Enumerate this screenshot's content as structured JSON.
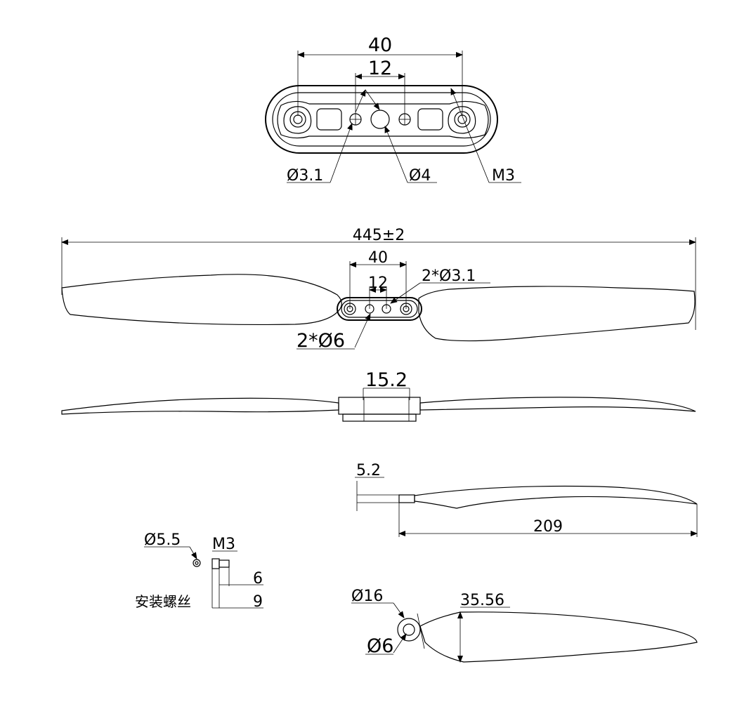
{
  "top_view": {
    "dim_total": "40",
    "dim_inner": "12",
    "hole_small": "Ø3.1",
    "hole_center": "Ø4",
    "thread": "M3"
  },
  "plan_view": {
    "dim_span": "445±2",
    "dim_hub": "40",
    "dim_inner": "12",
    "holes_small": "2*Ø3.1",
    "holes_large": "2*Ø6"
  },
  "side_view": {
    "dim_thickness": "15.2"
  },
  "blade_side": {
    "dim_root": "5.2",
    "dim_length": "209"
  },
  "screw": {
    "dim_head": "Ø5.5",
    "thread": "M3",
    "dim_a": "6",
    "dim_b": "9",
    "caption": "安装螺丝"
  },
  "blade_root": {
    "dim_outer": "Ø16",
    "dim_inner": "Ø6",
    "dim_chord": "35.56"
  }
}
